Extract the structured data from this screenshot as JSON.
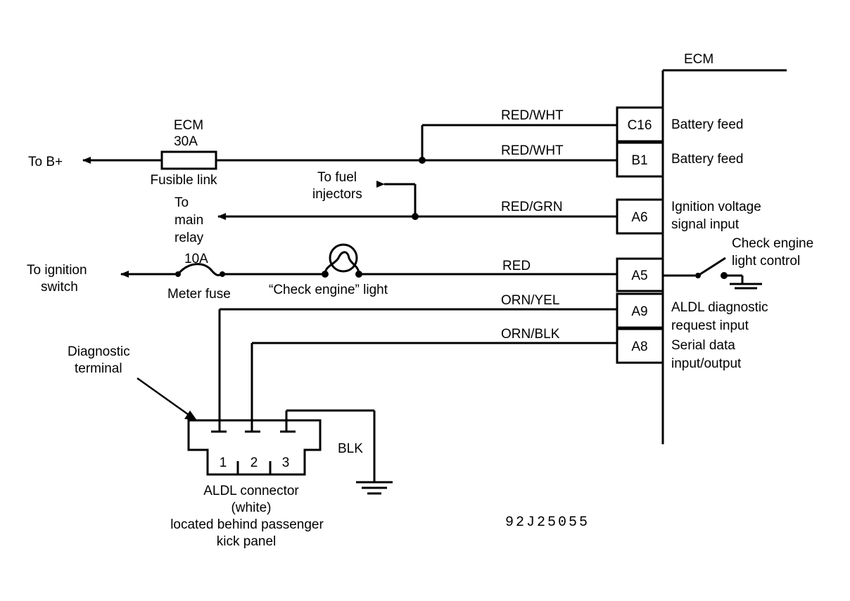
{
  "ecm": {
    "title": "ECM",
    "pins": [
      {
        "id": "C16",
        "desc": [
          "Battery feed"
        ],
        "wire": "RED/WHT"
      },
      {
        "id": "B1",
        "desc": [
          "Battery feed"
        ],
        "wire": "RED/WHT"
      },
      {
        "id": "A6",
        "desc": [
          "Ignition voltage",
          "signal input"
        ],
        "wire": "RED/GRN"
      },
      {
        "id": "A5",
        "desc": [],
        "wire": "RED"
      },
      {
        "id": "A9",
        "desc": [
          "ALDL diagnostic",
          "request input"
        ],
        "wire": "ORN/YEL"
      },
      {
        "id": "A8",
        "desc": [
          "Serial data",
          "input/output"
        ],
        "wire": "ORN/BLK"
      }
    ],
    "check_engine_control": [
      "Check engine",
      "light control"
    ]
  },
  "fusible_link": {
    "title": "ECM",
    "rating": "30A",
    "label": "Fusible link"
  },
  "to_b_plus": "To B+",
  "fuel_injectors": [
    "To fuel",
    "injectors"
  ],
  "main_relay": [
    "To",
    "main",
    "relay"
  ],
  "ignition": [
    "To ignition",
    "switch"
  ],
  "meter_fuse": {
    "rating": "10A",
    "label": "Meter fuse"
  },
  "check_engine_light": "“Check engine” light",
  "diagnostic_terminal": [
    "Diagnostic",
    "terminal"
  ],
  "aldl": {
    "pins": [
      "1",
      "2",
      "3"
    ],
    "ground_wire": "BLK",
    "caption": [
      "ALDL connector",
      "(white)",
      "located behind passenger",
      "kick panel"
    ]
  },
  "figure_code": "92J25055"
}
